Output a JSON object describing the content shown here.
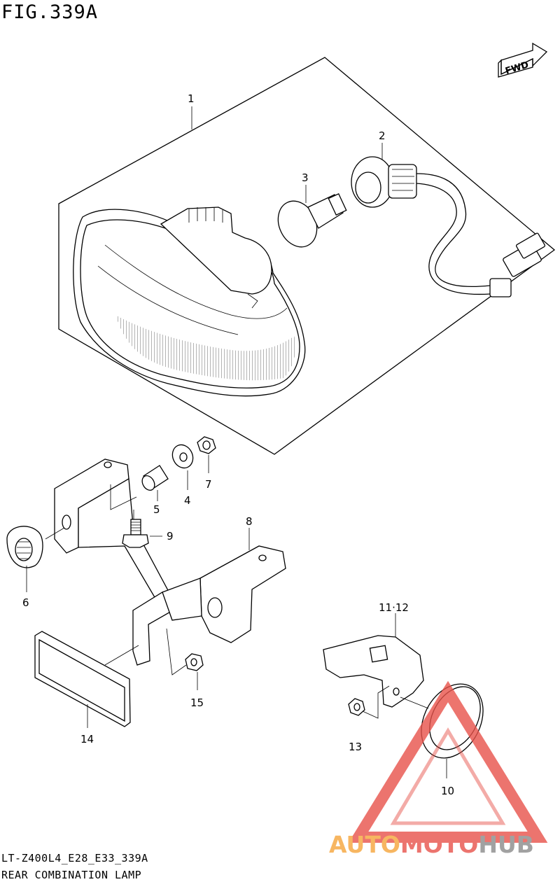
{
  "figure": {
    "title": "FIG.339A"
  },
  "direction_badge": "FWD",
  "callouts": {
    "c1": "1",
    "c2": "2",
    "c3": "3",
    "c4": "4",
    "c5": "5",
    "c6": "6",
    "c7": "7",
    "c8": "8",
    "c9": "9",
    "c10": "10",
    "c11_12": "11·12",
    "c13": "13",
    "c14": "14",
    "c15": "15"
  },
  "footer": {
    "model_code": "LT-Z400L4_E28_E33_339A",
    "part_name": "REAR COMBINATION LAMP"
  },
  "watermark": {
    "left": "AUTO",
    "middle": "MOTO",
    "right": "HUB",
    "colors": {
      "orange": "#f6a53a",
      "red": "#e8524a",
      "gray": "#8a8a8a"
    }
  }
}
